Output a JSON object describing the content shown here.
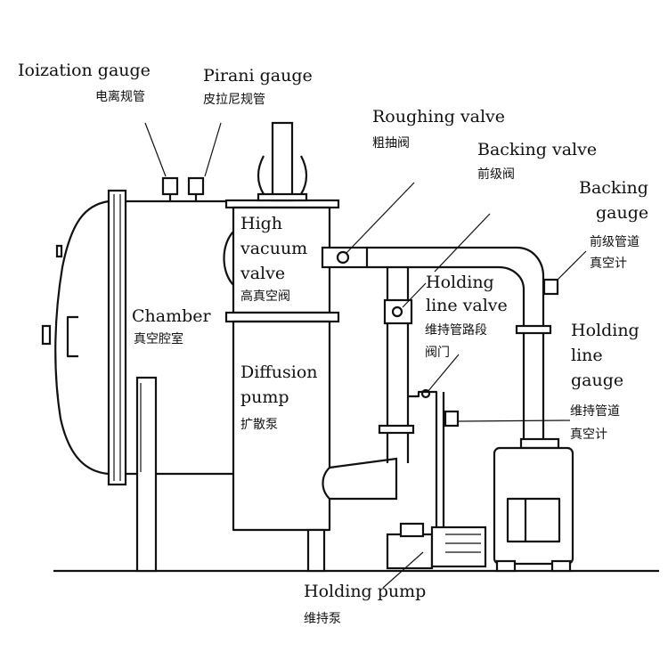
{
  "title": "Vacuum system schematic",
  "labels": {
    "ionization_gauge": {
      "en": "Ioization gauge",
      "zh": "电离规管"
    },
    "pirani_gauge": {
      "en": "Pirani gauge",
      "zh": "皮拉尼规管"
    },
    "roughing_valve": {
      "en": "Roughing valve",
      "zh": "粗抽阀"
    },
    "backing_valve": {
      "en": "Backing valve",
      "zh": "前级阀"
    },
    "backing_gauge": {
      "en_line1": "Backing",
      "en_line2": "gauge",
      "zh_line1": "前级管道",
      "zh_line2": "真空计"
    },
    "high_vacuum_valve": {
      "en_line1": "High",
      "en_line2": "vacuum",
      "en_line3": "valve",
      "zh": "高真空阀"
    },
    "chamber": {
      "en": "Chamber",
      "zh": "真空腔室"
    },
    "holding_line_valve": {
      "en_line1": "Holding",
      "en_line2": "line valve",
      "zh_line1": "维持管路段",
      "zh_line2": "阀门"
    },
    "holding_line_gauge": {
      "en_line1": "Holding",
      "en_line2": "line",
      "en_line3": "gauge",
      "zh_line1": "维持管道",
      "zh_line2": "真空计"
    },
    "diffusion_pump": {
      "en_line1": "Diffusion",
      "en_line2": "pump",
      "zh": "扩散泵"
    },
    "holding_pump": {
      "en": "Holding pump",
      "zh": "维持泵"
    }
  }
}
